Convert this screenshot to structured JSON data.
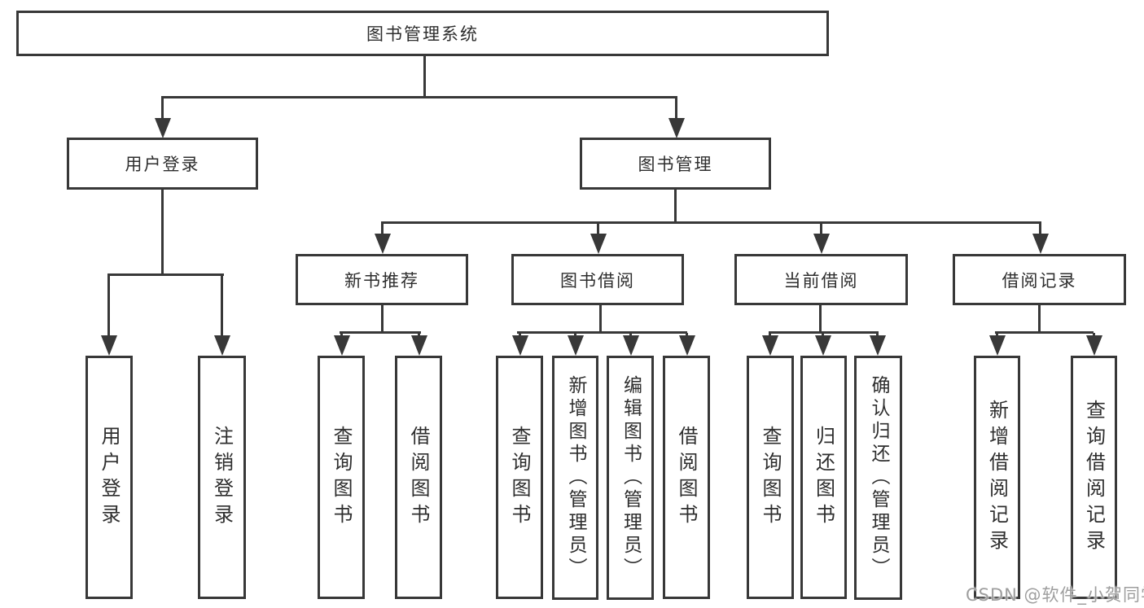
{
  "tree": {
    "label": "图书管理系统",
    "children": [
      {
        "label": "用户登录",
        "children": [
          {
            "label": "用户登录"
          },
          {
            "label": "注销登录"
          }
        ]
      },
      {
        "label": "图书管理",
        "children": [
          {
            "label": "新书推荐",
            "children": [
              {
                "label": "查询图书"
              },
              {
                "label": "借阅图书"
              }
            ]
          },
          {
            "label": "图书借阅",
            "children": [
              {
                "label": "查询图书"
              },
              {
                "label": "新增图书（管理员）"
              },
              {
                "label": "编辑图书（管理员）"
              },
              {
                "label": "借阅图书"
              }
            ]
          },
          {
            "label": "当前借阅",
            "children": [
              {
                "label": "查询图书"
              },
              {
                "label": "归还图书"
              },
              {
                "label": "确认归还（管理员）"
              }
            ]
          },
          {
            "label": "借阅记录",
            "children": [
              {
                "label": "新增借阅记录"
              },
              {
                "label": "查询借阅记录"
              }
            ]
          }
        ]
      }
    ]
  },
  "watermark": {
    "text": "CSDN @软件_小贺同学"
  },
  "colors": {
    "line": "#383838",
    "text": "#2e2e2e",
    "watermark": "#9e9e9e",
    "background": "#ffffff"
  }
}
